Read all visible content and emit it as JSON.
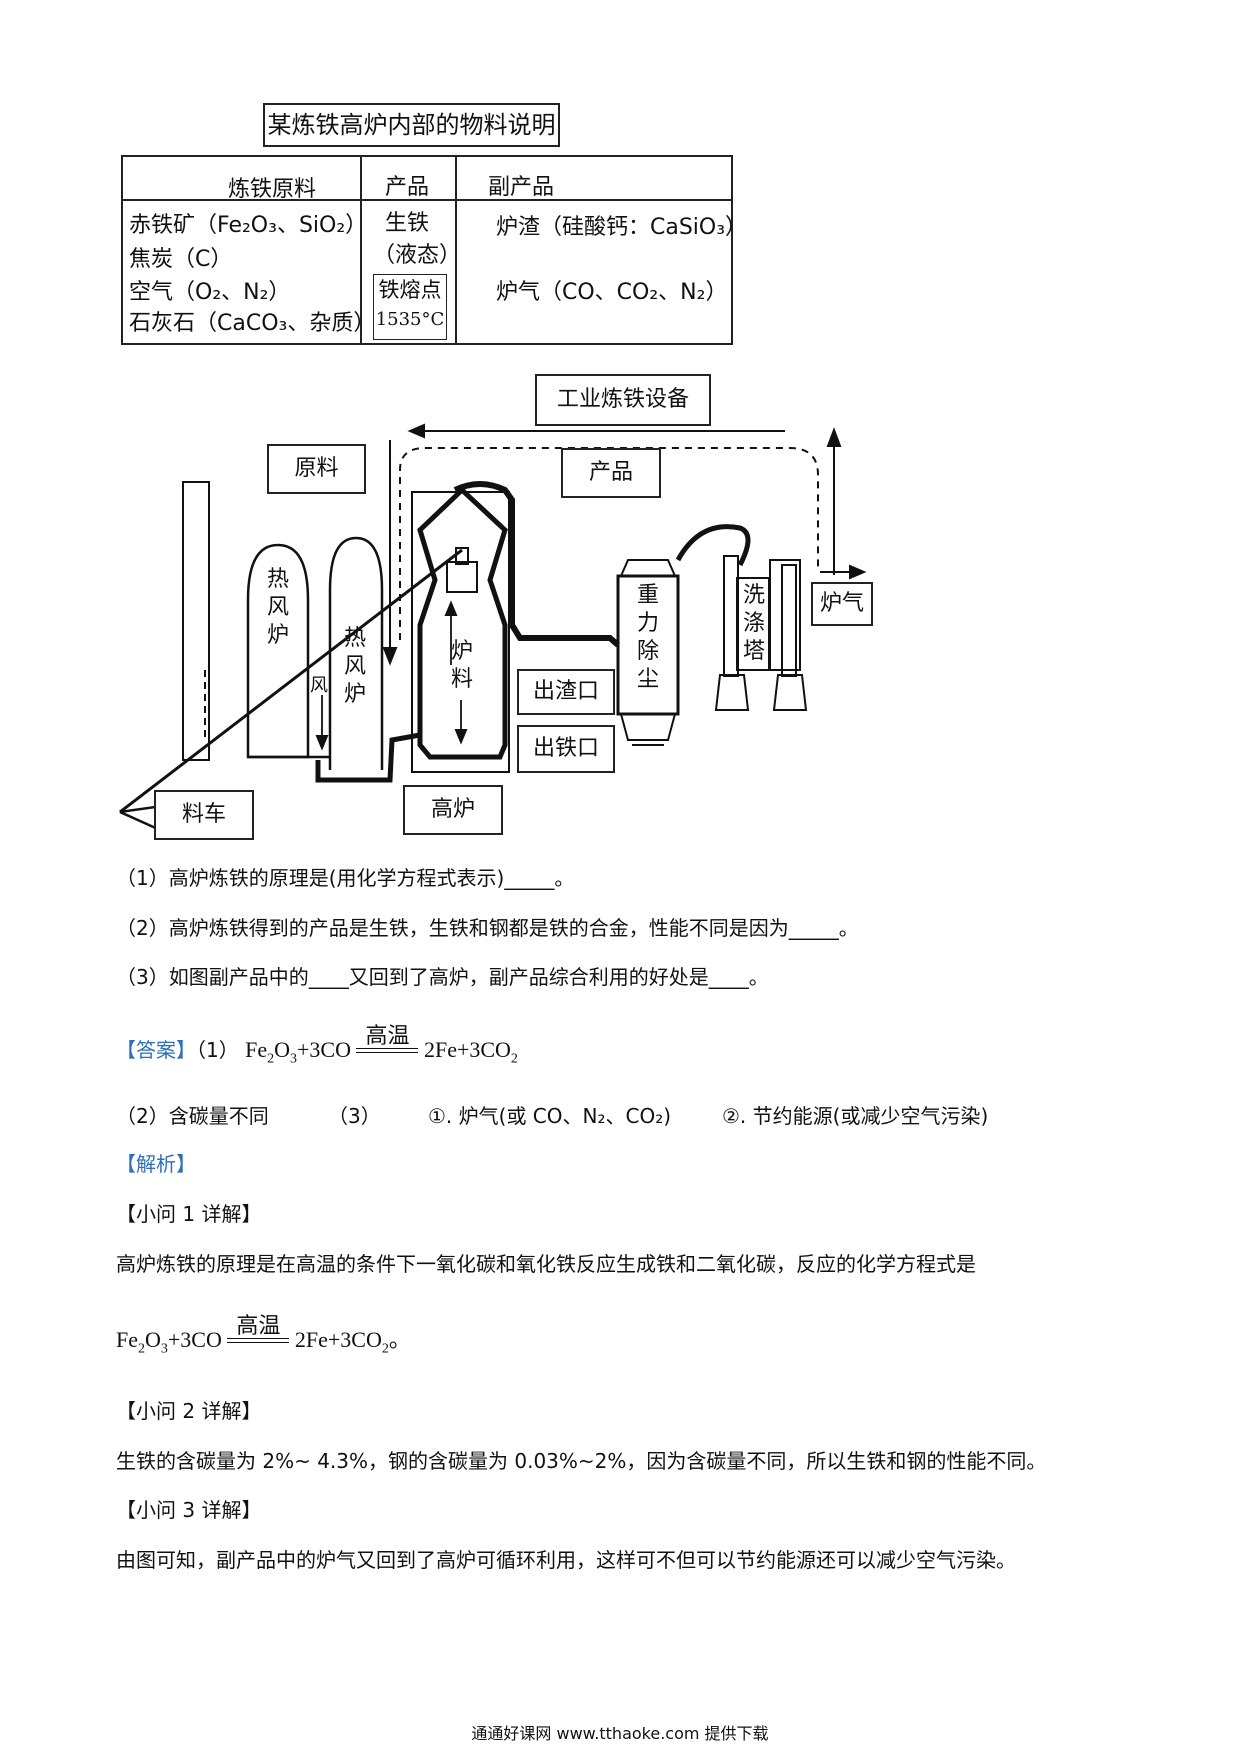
{
  "table": {
    "title": "某炼铁高炉内部的物料说明",
    "headers": [
      "炼铁原料",
      "产品",
      "副产品"
    ],
    "raw_materials": [
      "赤铁矿（Fe₂O₃、SiO₂）",
      "焦炭（C）",
      "空气（O₂、N₂）",
      "石灰石（CaCO₃、杂质）"
    ],
    "product_lines": [
      "生铁",
      "（液态）"
    ],
    "melting_point_label": "铁熔点",
    "melting_point_value": "1535°C",
    "byproducts": [
      "炉渣（硅酸钙：CaSiO₃）",
      "炉气（CO、CO₂、N₂）"
    ]
  },
  "diagram": {
    "title": "工业炼铁设备",
    "labels": {
      "raw": "原料",
      "product": "产品",
      "hot_stove_1": "热风炉",
      "hot_stove_2": "热风炉",
      "wind": "风",
      "charge": "炉料",
      "slag_outlet": "出渣口",
      "iron_outlet": "出铁口",
      "gravity_dust": "重力除尘",
      "wash_tower": "洗涤塔",
      "furnace_gas": "炉气",
      "cart": "料车",
      "blast_furnace": "高炉"
    }
  },
  "questions": {
    "q1": "（1）高炉炼铁的原理是(用化学方程式表示)_____。",
    "q2": "（2）高炉炼铁得到的产品是生铁，生铁和钢都是铁的合金，性能不同是因为_____。",
    "q3": "（3）如图副产品中的____又回到了高炉，副产品综合利用的好处是____。"
  },
  "answer": {
    "tag": "【答案】",
    "part1_prefix": "（1）",
    "equation": {
      "lhs_a": "Fe",
      "lhs_a_sub1": "2",
      "lhs_a_o": "O",
      "lhs_a_sub2": "3",
      "lhs_b": "+3CO",
      "condition": "高温",
      "rhs_a": "2Fe+3CO",
      "rhs_a_sub": "2"
    },
    "part2": "（2）含碳量不同",
    "part3_prefix": "（3）",
    "part3_a": "①. 炉气(或 CO、N₂、CO₂)",
    "part3_b": "②. 节约能源(或减少空气污染)"
  },
  "analysis": {
    "tag": "【解析】",
    "sub1_title": "【小问 1 详解】",
    "sub1_text": "高炉炼铁的原理是在高温的条件下一氧化碳和氧化铁反应生成铁和二氧化碳，反应的化学方程式是",
    "sub1_eq_end": "。",
    "sub2_title": "【小问 2 详解】",
    "sub2_text": "生铁的含碳量为 2%~ 4.3%，钢的含碳量为 0.03%~2%，因为含碳量不同，所以生铁和钢的性能不同。",
    "sub3_title": "【小问 3 详解】",
    "sub3_text": "由图可知，副产品中的炉气又回到了高炉可循环利用，这样可不但可以节约能源还可以减少空气污染。"
  },
  "footer": "通通好课网 www.tthaoke.com 提供下载"
}
